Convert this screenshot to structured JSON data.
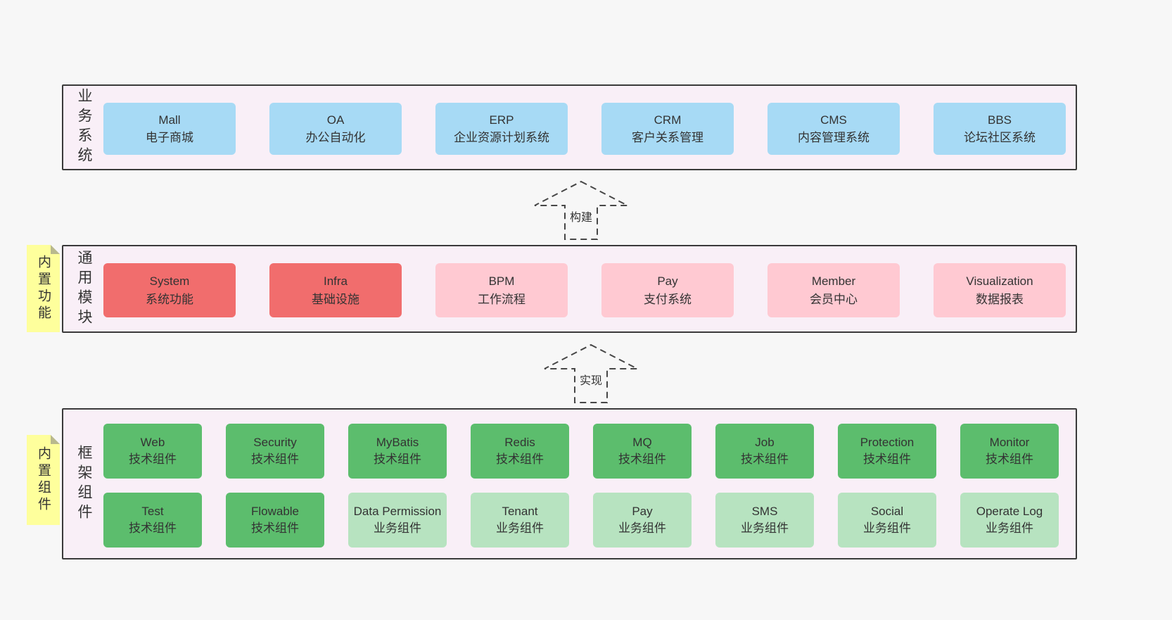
{
  "colors": {
    "page_background": "#f7f7f7",
    "panel_background": "#f9eff7",
    "panel_border": "#3a3a3a",
    "blue_box": "#a7daf5",
    "red_box": "#f16d6d",
    "pink_box": "#ffc9d2",
    "green_dark_box": "#5cbd6d",
    "green_light_box": "#b7e3c0",
    "note_yellow": "#feff9c",
    "text": "#333333"
  },
  "rows": {
    "business": {
      "label": "业务系统",
      "boxes": [
        {
          "title": "Mall",
          "subtitle": "电子商城"
        },
        {
          "title": "OA",
          "subtitle": "办公自动化"
        },
        {
          "title": "ERP",
          "subtitle": "企业资源计划系统"
        },
        {
          "title": "CRM",
          "subtitle": "客户关系管理"
        },
        {
          "title": "CMS",
          "subtitle": "内容管理系统"
        },
        {
          "title": "BBS",
          "subtitle": "论坛社区系统"
        }
      ]
    },
    "modules": {
      "label": "通用模块",
      "note": "内置功能",
      "boxes": [
        {
          "title": "System",
          "subtitle": "系统功能",
          "variant": "red"
        },
        {
          "title": "Infra",
          "subtitle": "基础设施",
          "variant": "red"
        },
        {
          "title": "BPM",
          "subtitle": "工作流程",
          "variant": "pink"
        },
        {
          "title": "Pay",
          "subtitle": "支付系统",
          "variant": "pink"
        },
        {
          "title": "Member",
          "subtitle": "会员中心",
          "variant": "pink"
        },
        {
          "title": "Visualization",
          "subtitle": "数据报表",
          "variant": "pink"
        }
      ]
    },
    "components": {
      "label": "框架组件",
      "note": "内置组件",
      "row1": [
        {
          "title": "Web",
          "subtitle": "技术组件",
          "variant": "green-dark"
        },
        {
          "title": "Security",
          "subtitle": "技术组件",
          "variant": "green-dark"
        },
        {
          "title": "MyBatis",
          "subtitle": "技术组件",
          "variant": "green-dark"
        },
        {
          "title": "Redis",
          "subtitle": "技术组件",
          "variant": "green-dark"
        },
        {
          "title": "MQ",
          "subtitle": "技术组件",
          "variant": "green-dark"
        },
        {
          "title": "Job",
          "subtitle": "技术组件",
          "variant": "green-dark"
        },
        {
          "title": "Protection",
          "subtitle": "技术组件",
          "variant": "green-dark"
        },
        {
          "title": "Monitor",
          "subtitle": "技术组件",
          "variant": "green-dark"
        }
      ],
      "row2": [
        {
          "title": "Test",
          "subtitle": "技术组件",
          "variant": "green-dark"
        },
        {
          "title": "Flowable",
          "subtitle": "技术组件",
          "variant": "green-dark"
        },
        {
          "title": "Data Permission",
          "subtitle": "业务组件",
          "variant": "green-light"
        },
        {
          "title": "Tenant",
          "subtitle": "业务组件",
          "variant": "green-light"
        },
        {
          "title": "Pay",
          "subtitle": "业务组件",
          "variant": "green-light"
        },
        {
          "title": "SMS",
          "subtitle": "业务组件",
          "variant": "green-light"
        },
        {
          "title": "Social",
          "subtitle": "业务组件",
          "variant": "green-light"
        },
        {
          "title": "Operate Log",
          "subtitle": "业务组件",
          "variant": "green-light"
        }
      ]
    }
  },
  "arrows": {
    "build": {
      "label": "构建"
    },
    "implement": {
      "label": "实现"
    }
  }
}
